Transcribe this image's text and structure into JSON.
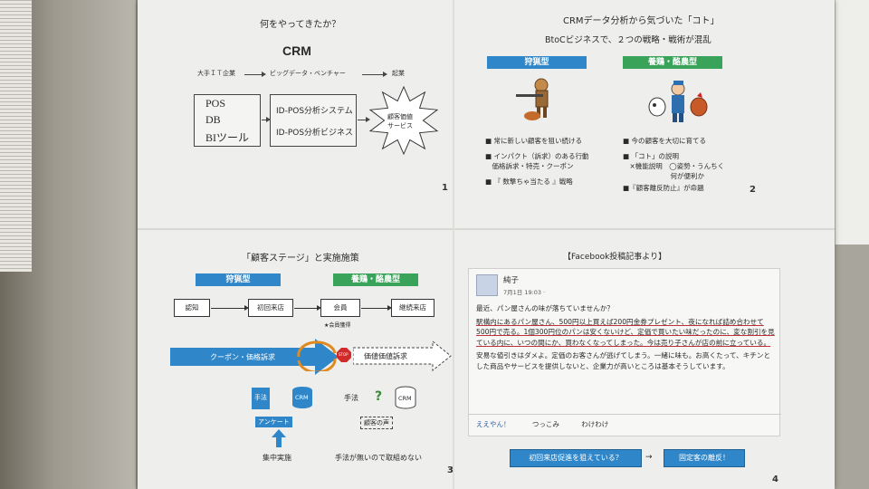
{
  "panel1": {
    "heading": "何をやってきたか？",
    "title": "CRM",
    "timeline": [
      "大手ＩＴ企業",
      "ビッグデータ・ベンチャー",
      "起業"
    ],
    "tools": [
      "POS",
      "DB",
      "BIツール"
    ],
    "id_pos": [
      "ID-POS分析システム",
      "ID-POS分析ビジネス"
    ],
    "burst": "顧客価値\nサービス",
    "page": "1"
  },
  "panel2": {
    "title": "CRMデータ分析から気づいた「コト」",
    "subtitle": "BtoCビジネスで、２つの戦略・戦術が混乱",
    "hunting": "狩猟型",
    "farming": "養鶏・酪農型",
    "left_bullets": [
      "■ 常に新しい顧客を狙い続ける",
      "■ インパクト（訴求）のある行動",
      "　価格訴求・特売・クーポン",
      "■ 『 数撃ちゃ当たる 』戦略"
    ],
    "right_bullets": [
      "■ 今の顧客を大切に育てる",
      "■ 「コト」の説明",
      "　×機能説明　◯姿勢・うんちく",
      "　　　　　　　何が便利か",
      "■『顧客離反防止』が命題"
    ],
    "page": "2"
  },
  "panel3": {
    "title": "「顧客ステージ」と実施施策",
    "hunting": "狩猟型",
    "farming": "養鶏・酪農型",
    "stages": [
      "認知",
      "初回来店",
      "会員",
      "継続来店"
    ],
    "note": "★会員獲得",
    "coupon_arrow": "クーポン・価格訴求",
    "value_arrow": "価値価値訴求",
    "stop": "STOP",
    "method": "手法",
    "crm": "CRM",
    "survey": "アンケート",
    "voice": "顧客の声",
    "focus": "集中実施",
    "no_method": "手法が無いので取組めない",
    "page": "3"
  },
  "panel4": {
    "header": "【Facebook投稿記事より】",
    "author": "純子",
    "date": "7月1日 19:03 ·",
    "paragraphs": [
      "最近、パン屋さんの味が落ちていませんか？",
      "駅構内にあるパン屋さん、500円以上買えば200円金券プレゼント、夜になれば詰め合わせて500円で売る。1個300円位のパンは安くないけど、定価で買いたい味だったのに、変な割引を見ている内に、いつの間にか、買わなくなってしまった。今は売り子さんが店の前に立っている。",
      "安易な値引きはダメよ。定価のお客さんが逃げてしまう。一緒に味も。お高くたって、キチンとした商品やサービスを提供しないと、企業力が高いところは基本そうしています。"
    ],
    "actions": [
      "ええやん！",
      "つっこみ",
      "わけわけ"
    ],
    "cta_left": "初回来店促進を狙えている？",
    "cta_right": "固定客の離反！",
    "page": "4"
  }
}
